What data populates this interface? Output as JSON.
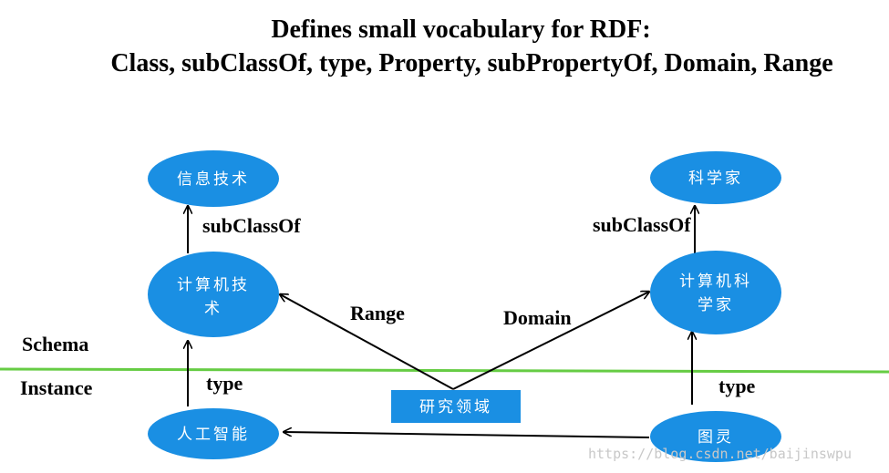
{
  "title": {
    "line1": "Defines small vocabulary for RDF:",
    "line2": "Class, subClassOf, type, Property, subPropertyOf, Domain, Range"
  },
  "colors": {
    "node_fill": "#1a8fe3",
    "separator": "#66cc44",
    "arrow": "#000000"
  },
  "layers": {
    "schema": "Schema",
    "instance": "Instance"
  },
  "nodes": {
    "info_tech": "信息技术",
    "computer_tech_l1": "计算机技",
    "computer_tech_l2": "术",
    "ai": "人工智能",
    "research_field": "研究领域",
    "scientist": "科学家",
    "computer_scientist_l1": "计算机科",
    "computer_scientist_l2": "学家",
    "turing": "图灵"
  },
  "edges": {
    "subclass_left": "subClassOf",
    "subclass_right": "subClassOf",
    "type_left": "type",
    "type_right": "type",
    "range": "Range",
    "domain": "Domain"
  },
  "watermark": "https://blog.csdn.net/baijinswpu"
}
